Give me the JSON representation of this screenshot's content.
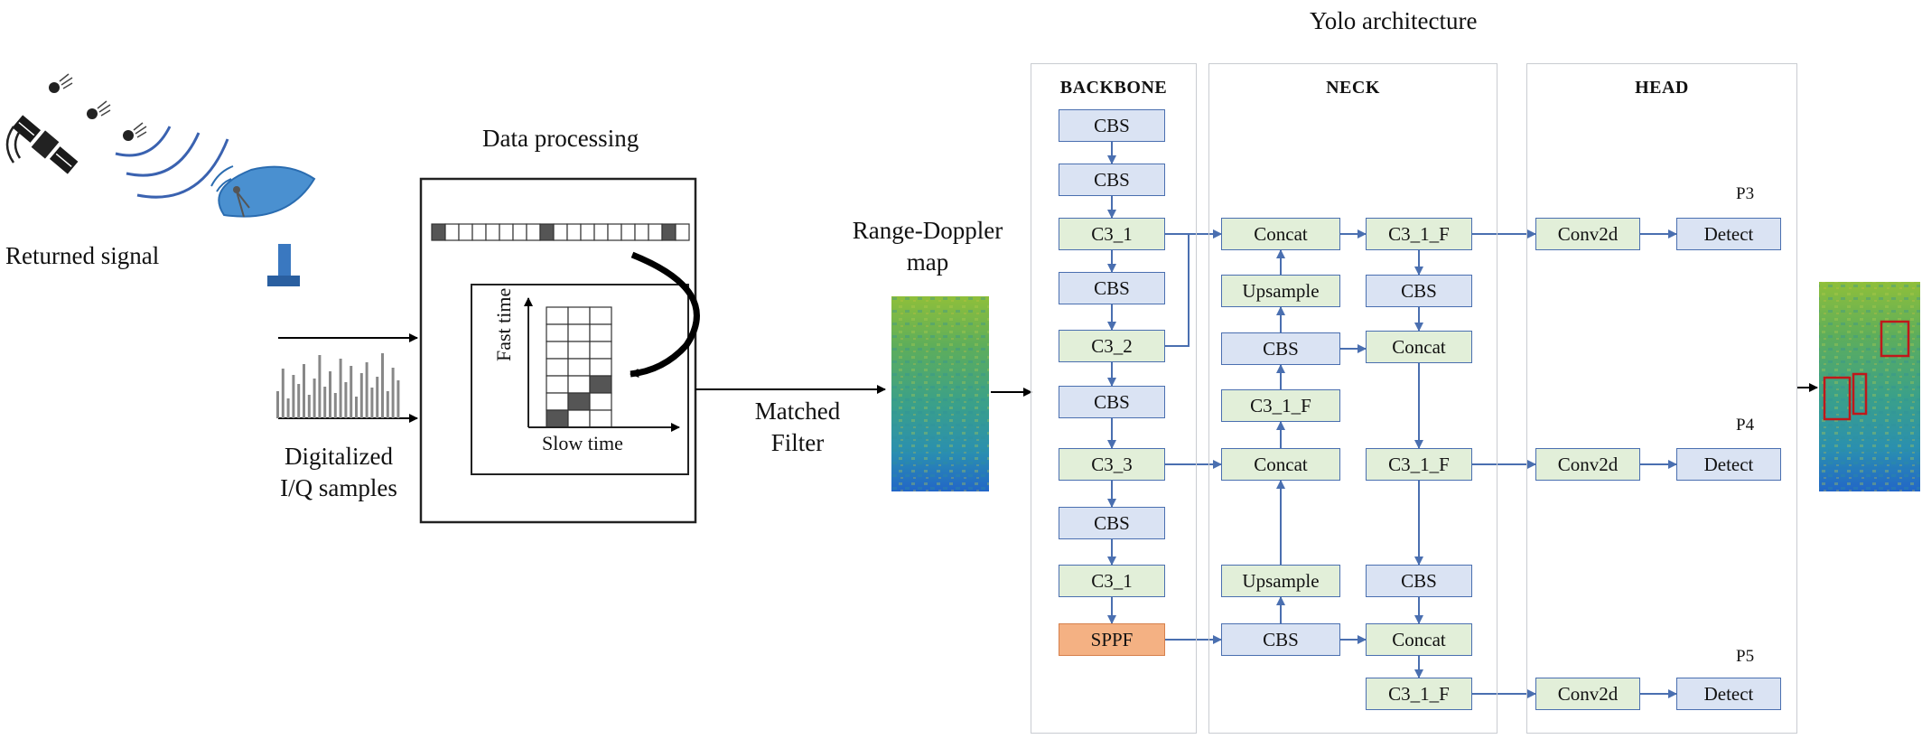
{
  "labels": {
    "returned_signal": "Returned signal",
    "digitalized_line1": "Digitalized",
    "digitalized_line2": "I/Q samples",
    "data_processing": "Data processing",
    "fast_time": "Fast time",
    "slow_time": "Slow time",
    "matched_line1": "Matched",
    "matched_line2": "Filter",
    "rd_line1": "Range-Doppler",
    "rd_line2": "map",
    "yolo_title": "Yolo architecture"
  },
  "sections": {
    "backbone": "BACKBONE",
    "neck": "NECK",
    "head": "HEAD"
  },
  "backbone": [
    "CBS",
    "CBS",
    "C3_1",
    "CBS",
    "C3_2",
    "CBS",
    "C3_3",
    "CBS",
    "C3_1",
    "SPPF"
  ],
  "neck_left": {
    "concat_top": "Concat",
    "upsample_top": "Upsample",
    "cbs_mid": "CBS",
    "c3_1_f": "C3_1_F",
    "concat_mid": "Concat",
    "upsample_bottom": "Upsample",
    "cbs_bottom": "CBS"
  },
  "neck_right": {
    "c3_1_f_top": "C3_1_F",
    "cbs_top": "CBS",
    "concat_top": "Concat",
    "c3_1_f_mid": "C3_1_F",
    "cbs_bottom": "CBS",
    "concat_bottom": "Concat",
    "c3_1_f_bottom": "C3_1_F"
  },
  "head": {
    "conv": [
      "Conv2d",
      "Conv2d",
      "Conv2d"
    ],
    "detect": [
      "Detect",
      "Detect",
      "Detect"
    ],
    "p_labels": [
      "P3",
      "P4",
      "P5"
    ]
  },
  "colors": {
    "block_blue": "#dae3f3",
    "block_green": "#e2efd9",
    "block_orange": "#f4b183",
    "block_border": "#4a6fb0",
    "arrow": "#4a6fb0",
    "detection_box": "#c0181a"
  }
}
